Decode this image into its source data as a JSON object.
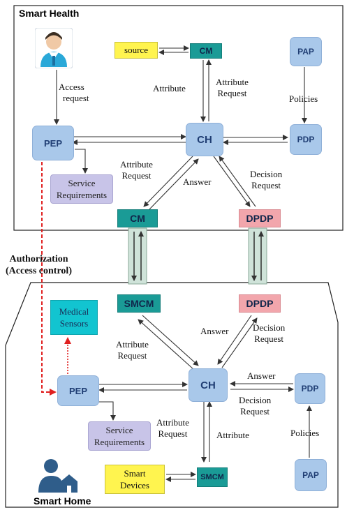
{
  "smart_health": {
    "title": "Smart Health",
    "nodes": {
      "source": "source",
      "cm_top": "CM",
      "pap": "PAP",
      "pep": "PEP",
      "ch": "CH",
      "pdp": "PDP",
      "service_req_1": "Service",
      "service_req_2": "Requirements",
      "cm_bottom": "CM",
      "dpdp": "DPDP"
    },
    "labels": {
      "access_request_1": "Access",
      "access_request_2": "request",
      "attribute": "Attribute",
      "attribute_request_1": "Attribute",
      "attribute_request_2": "Request",
      "policies": "Policies",
      "attr_req_left_1": "Attribute",
      "attr_req_left_2": "Request",
      "answer": "Answer",
      "decision_request_1": "Decision",
      "decision_request_2": "Request"
    }
  },
  "authorization": {
    "line1": "Authorization",
    "line2": "(Access control)"
  },
  "smart_home": {
    "title": "Smart Home",
    "nodes": {
      "smcm": "SMCM",
      "dpdp": "DPDP",
      "medical_sensors_1": "Medical",
      "medical_sensors_2": "Sensors",
      "pep": "PEP",
      "ch": "CH",
      "pdp": "PDP",
      "service_req_1": "Service",
      "service_req_2": "Requirements",
      "pap": "PAP",
      "smart_devices_1": "Smart",
      "smart_devices_2": "Devices",
      "smcm_bottom": "SMCM"
    },
    "labels": {
      "answer_upper": "Answer",
      "decision_request_upper_1": "Decision",
      "decision_request_upper_2": "Request",
      "attribute_request_upper_1": "Attribute",
      "attribute_request_upper_2": "Request",
      "answer_right": "Answer",
      "decision_request_right_1": "Decision",
      "decision_request_right_2": "Request",
      "attribute_request_lower_1": "Attribute",
      "attribute_request_lower_2": "Request",
      "attribute": "Attribute",
      "policies": "Policies"
    }
  },
  "colors": {
    "node_blue": "#a9c8ea",
    "node_teal": "#1a9b96",
    "node_pink": "#f2a6ac",
    "node_yellow": "#fff44f",
    "node_lavender": "#c8c4e8",
    "node_cyan": "#12c4d0",
    "connector_green": "#cfe3d9",
    "auth_arrow_red": "#e02020"
  },
  "icons": {
    "doctor": "doctor-icon",
    "home_user": "home-user-icon"
  }
}
